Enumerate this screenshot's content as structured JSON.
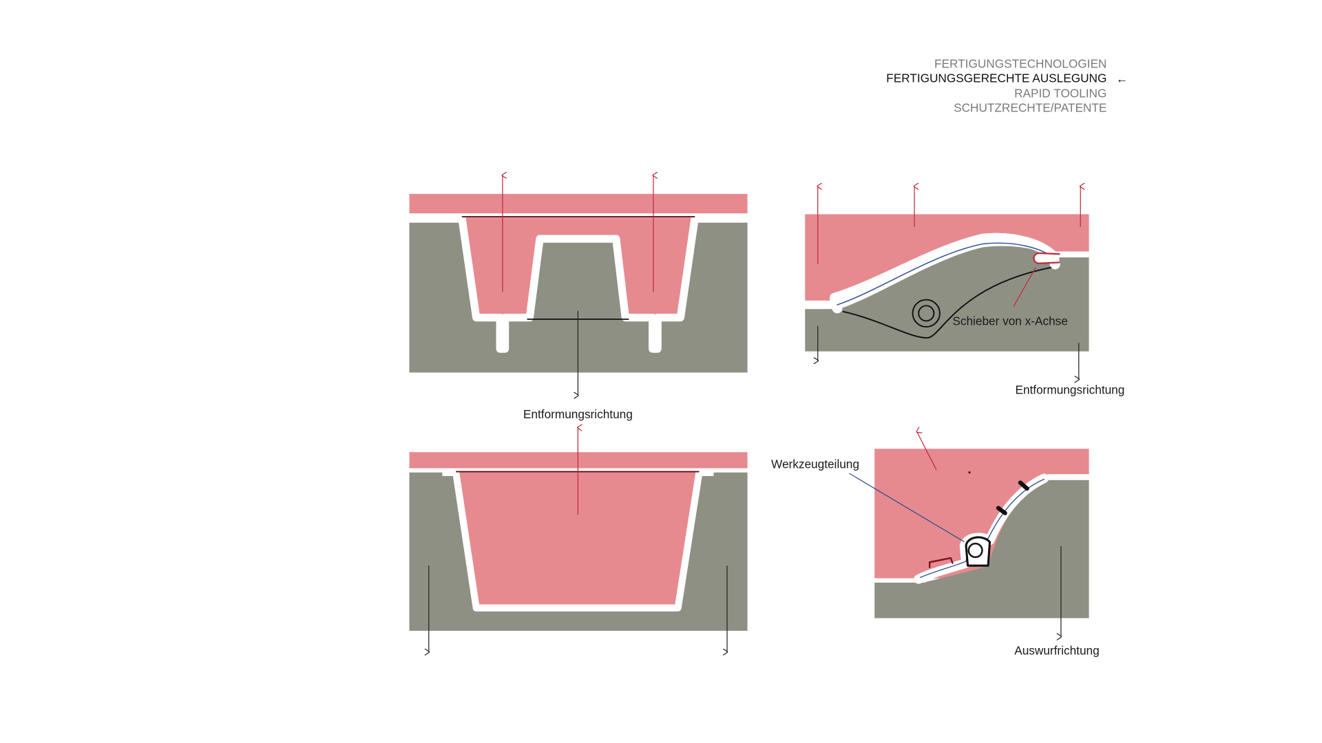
{
  "nav": {
    "items": [
      {
        "label": "FERTIGUNGSTECHNOLOGIEN"
      },
      {
        "label": "FERTIGUNGSGERECHTE AUSLEGUNG",
        "active": true
      },
      {
        "label": "RAPID TOOLING"
      },
      {
        "label": "SCHUTZRECHTE/PATENTE"
      }
    ],
    "active_indicator": "←"
  },
  "diagrams": {
    "top_left": {
      "label": "Entformungsrichtung"
    },
    "top_right": {
      "slider_label": "Schieber von x-Achse",
      "label": "Entformungsrichtung"
    },
    "bottom_right": {
      "parting_label": "Werkzeugteilung",
      "label": "Auswurfrichtung"
    }
  },
  "colors": {
    "mold_top": "#e68a90",
    "mold_bottom": "#8f9084",
    "arrow_red": "#c0283a",
    "line_blue": "#2b4f8f"
  }
}
